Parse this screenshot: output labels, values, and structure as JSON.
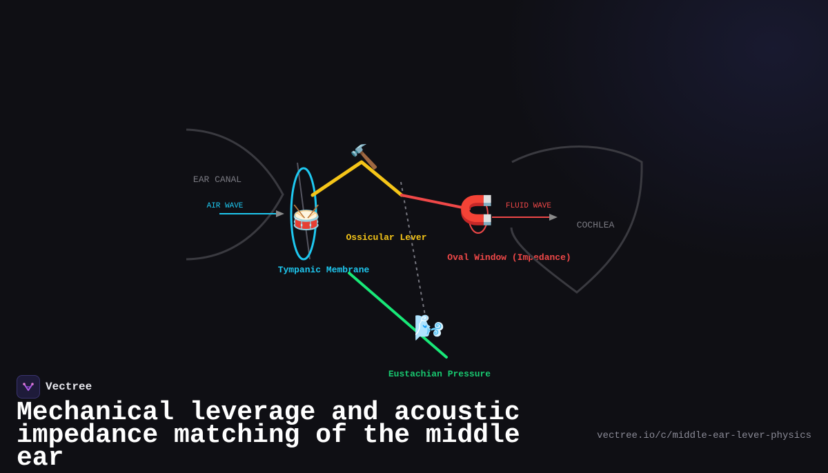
{
  "diagram": {
    "labels": {
      "ear_canal": "EAR CANAL",
      "air_wave": "AIR WAVE",
      "tympanic_membrane": "Tympanic Membrane",
      "ossicular_lever": "Ossicular Lever",
      "oval_window": "Oval Window (Impedance)",
      "fluid_wave": "FLUID WAVE",
      "cochlea": "COCHLEA",
      "eustachian_pressure": "Eustachian Pressure"
    },
    "icons": {
      "drum": "🥁",
      "hammer": "🔨",
      "magnet": "🧲",
      "wind": "🌬️"
    },
    "colors": {
      "tympanic": "#1ec8f0",
      "lever": "#f5c518",
      "oval_window": "#f04848",
      "eustachian": "#18e878",
      "outline": "#3a3a40",
      "label_gray": "#7a7a82"
    }
  },
  "brand": {
    "name": "Vectree"
  },
  "footer": {
    "title": "Mechanical leverage and acoustic impedance matching of the middle ear",
    "url": "vectree.io/c/middle-ear-lever-physics"
  }
}
